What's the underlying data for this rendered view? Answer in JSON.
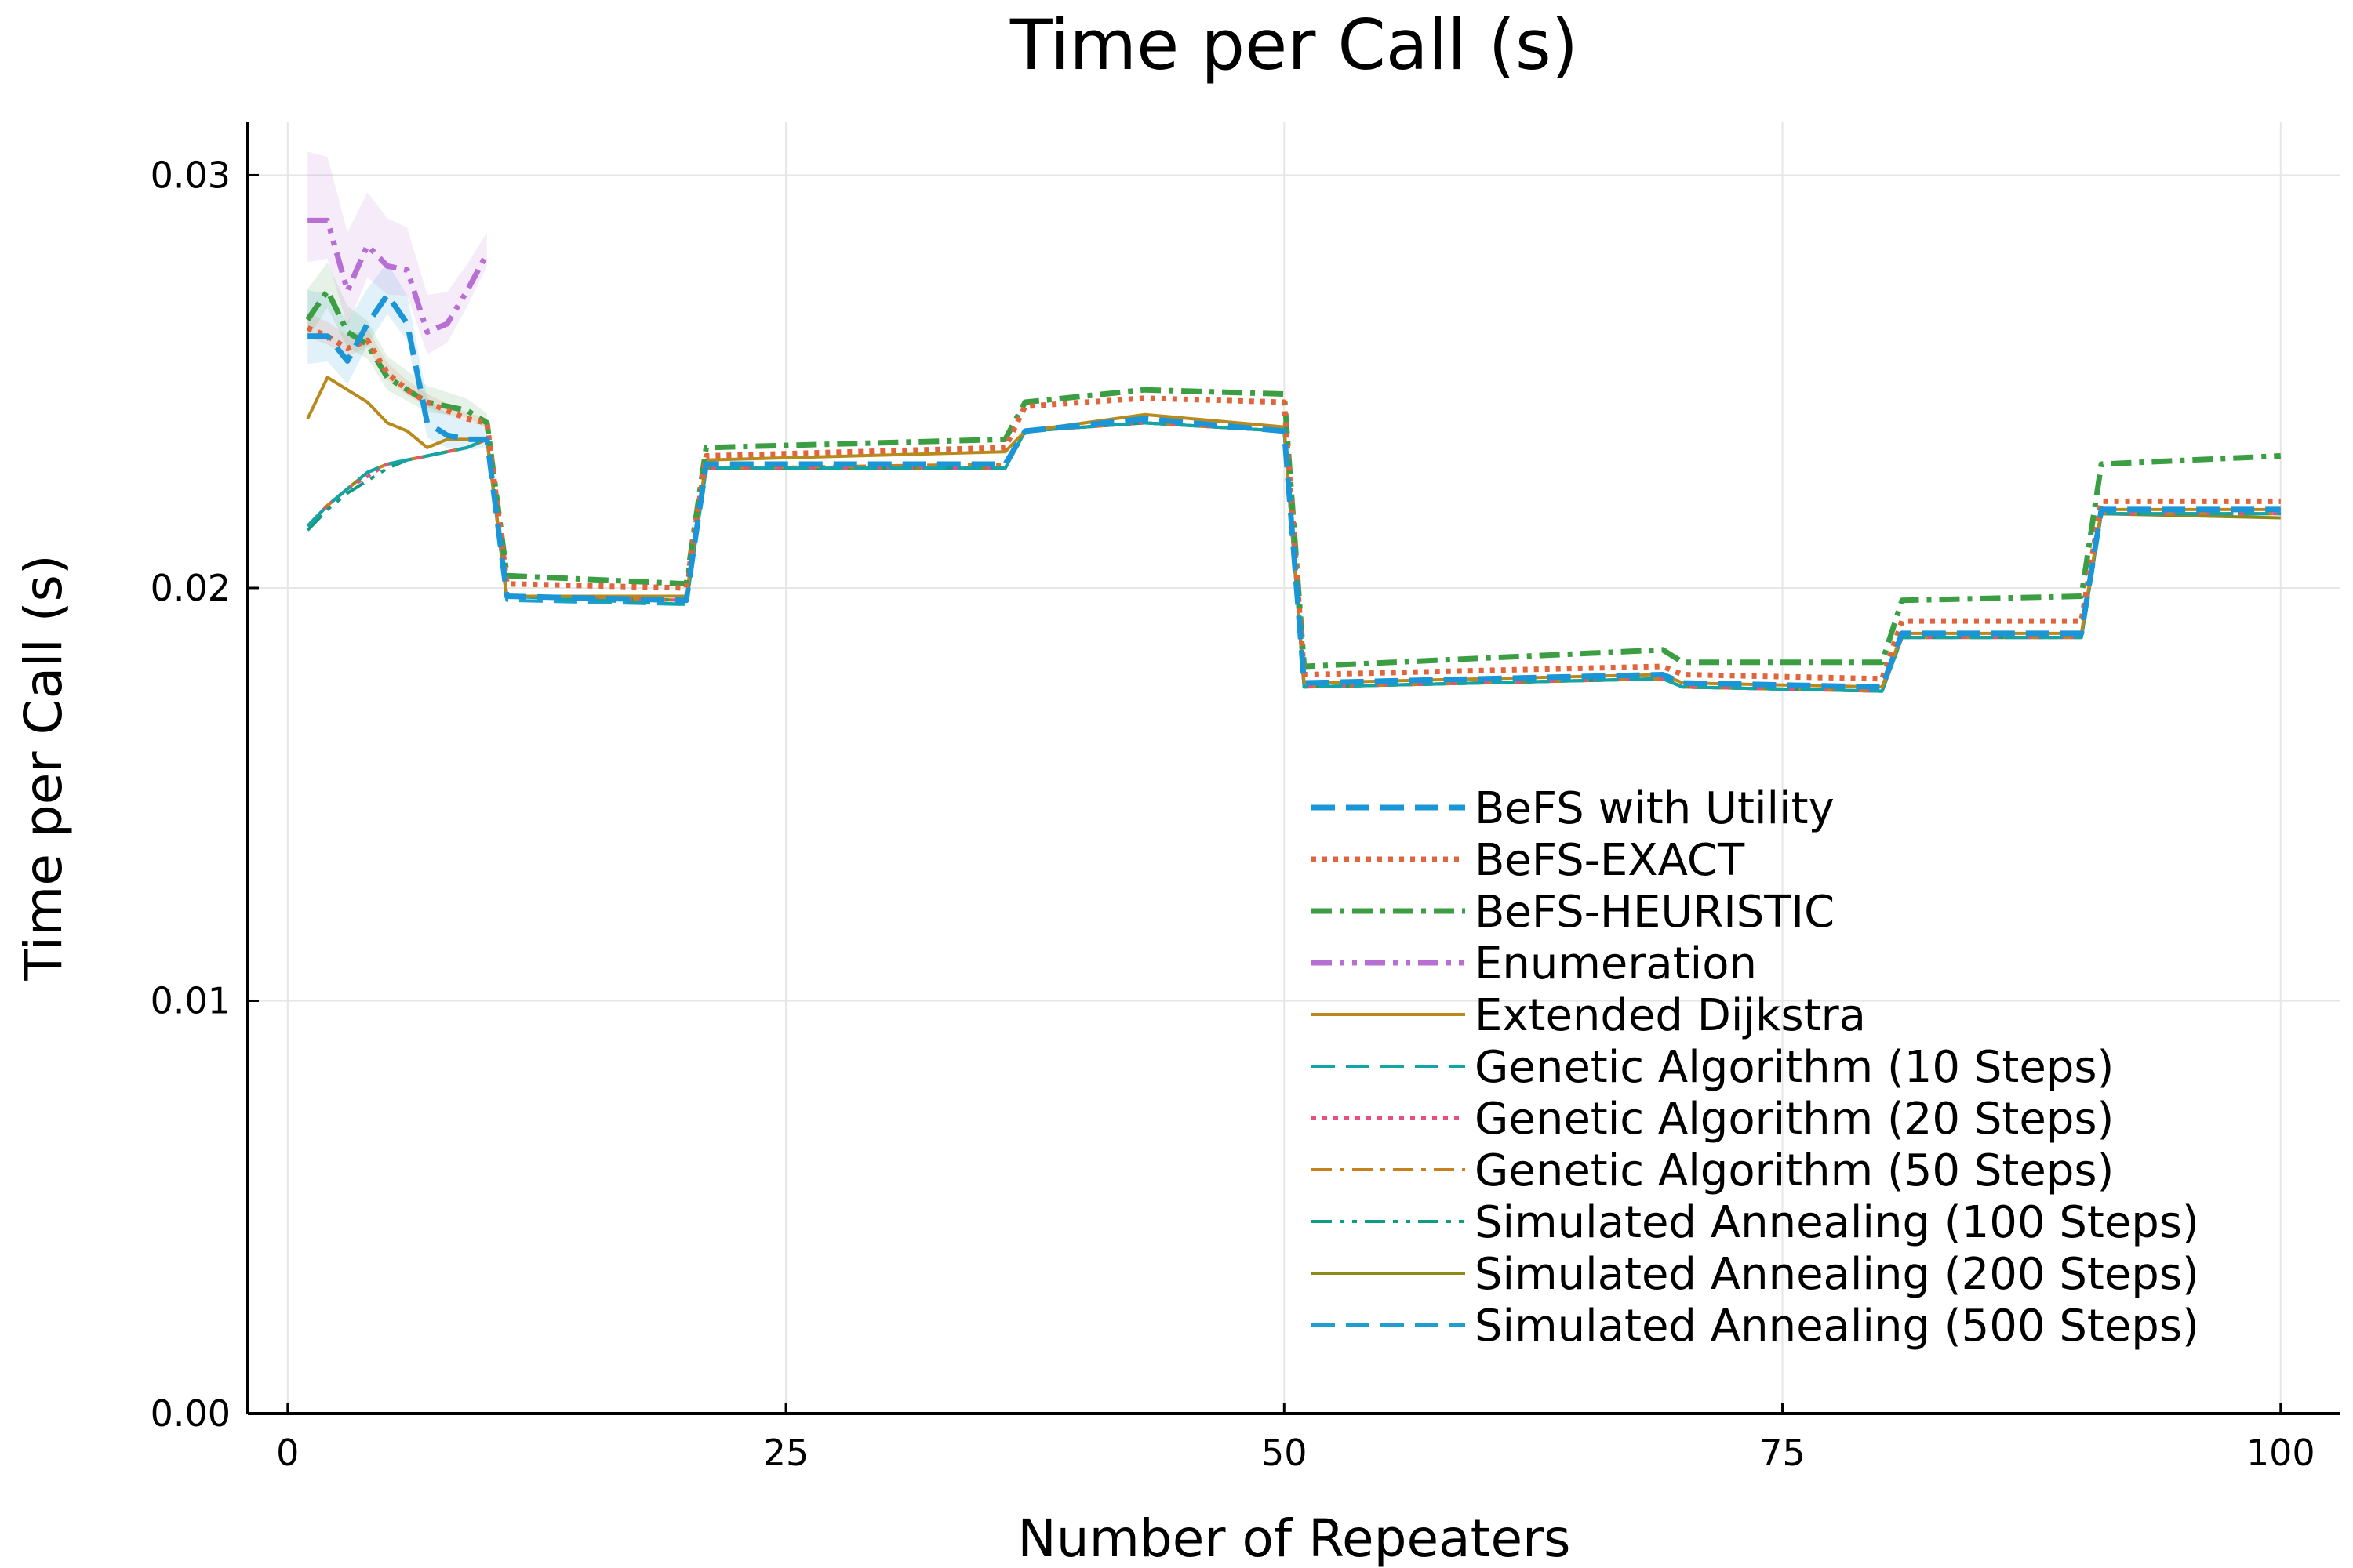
{
  "chart_data": {
    "type": "line",
    "title": "Time per Call (s)",
    "xlabel": "Number of Repeaters",
    "ylabel": "Time per Call (s)",
    "xlim": [
      -2,
      103
    ],
    "ylim": [
      0,
      0.0313
    ],
    "xticks": [
      0,
      25,
      50,
      75,
      100
    ],
    "xtick_labels": [
      "0",
      "25",
      "50",
      "75",
      "100"
    ],
    "yticks": [
      0,
      0.01,
      0.02,
      0.03
    ],
    "ytick_labels": [
      "0.00",
      "0.01",
      "0.02",
      "0.03"
    ],
    "grid": true,
    "legend_position": "bottom-right",
    "series": [
      {
        "name": "BeFS with Utility",
        "color": "#1a95d8",
        "dash": "long-dash",
        "width": 7,
        "points": [
          [
            1,
            0.0261
          ],
          [
            2,
            0.0261
          ],
          [
            3,
            0.0255
          ],
          [
            4,
            0.0264
          ],
          [
            5,
            0.0271
          ],
          [
            6,
            0.0264
          ],
          [
            7,
            0.024
          ],
          [
            8,
            0.0237
          ],
          [
            9,
            0.0236
          ],
          [
            10,
            0.0236
          ],
          [
            11,
            0.0198
          ],
          [
            20,
            0.0197
          ],
          [
            21,
            0.023
          ],
          [
            36,
            0.023
          ],
          [
            37,
            0.0238
          ],
          [
            43,
            0.0241
          ],
          [
            50,
            0.0238
          ],
          [
            51,
            0.0177
          ],
          [
            69,
            0.0179
          ],
          [
            70,
            0.0177
          ],
          [
            80,
            0.0176
          ],
          [
            81,
            0.0189
          ],
          [
            90,
            0.0189
          ],
          [
            91,
            0.0219
          ],
          [
            100,
            0.0219
          ]
        ]
      },
      {
        "name": "BeFS-EXACT",
        "color": "#e0643c",
        "dash": "dot",
        "width": 7,
        "points": [
          [
            1,
            0.0263
          ],
          [
            2,
            0.0261
          ],
          [
            3,
            0.0258
          ],
          [
            4,
            0.026
          ],
          [
            5,
            0.0252
          ],
          [
            6,
            0.0248
          ],
          [
            7,
            0.0245
          ],
          [
            8,
            0.0243
          ],
          [
            9,
            0.0241
          ],
          [
            10,
            0.024
          ],
          [
            11,
            0.0201
          ],
          [
            20,
            0.02
          ],
          [
            21,
            0.0232
          ],
          [
            36,
            0.0234
          ],
          [
            37,
            0.0244
          ],
          [
            43,
            0.0246
          ],
          [
            50,
            0.0245
          ],
          [
            51,
            0.0179
          ],
          [
            69,
            0.0181
          ],
          [
            70,
            0.0179
          ],
          [
            80,
            0.0178
          ],
          [
            81,
            0.0192
          ],
          [
            90,
            0.0192
          ],
          [
            91,
            0.0221
          ],
          [
            100,
            0.0221
          ]
        ]
      },
      {
        "name": "BeFS-HEURISTIC",
        "color": "#3c9e43",
        "dash": "dash-dot",
        "width": 7,
        "points": [
          [
            1,
            0.0265
          ],
          [
            2,
            0.0272
          ],
          [
            3,
            0.0262
          ],
          [
            4,
            0.0259
          ],
          [
            5,
            0.0251
          ],
          [
            6,
            0.0248
          ],
          [
            7,
            0.0245
          ],
          [
            8,
            0.0244
          ],
          [
            9,
            0.0243
          ],
          [
            10,
            0.024
          ],
          [
            11,
            0.0203
          ],
          [
            20,
            0.0201
          ],
          [
            21,
            0.0234
          ],
          [
            36,
            0.0236
          ],
          [
            37,
            0.0245
          ],
          [
            43,
            0.0248
          ],
          [
            50,
            0.0247
          ],
          [
            51,
            0.0181
          ],
          [
            69,
            0.0185
          ],
          [
            70,
            0.0182
          ],
          [
            80,
            0.0182
          ],
          [
            81,
            0.0197
          ],
          [
            90,
            0.0198
          ],
          [
            91,
            0.023
          ],
          [
            100,
            0.0232
          ]
        ]
      },
      {
        "name": "Enumeration",
        "color": "#b86fd4",
        "dash": "dash-dot-dot",
        "width": 7,
        "points": [
          [
            1,
            0.0289
          ],
          [
            2,
            0.0289
          ],
          [
            3,
            0.0272
          ],
          [
            4,
            0.0283
          ],
          [
            5,
            0.0278
          ],
          [
            6,
            0.0277
          ],
          [
            7,
            0.0262
          ],
          [
            8,
            0.0264
          ],
          [
            9,
            0.0272
          ],
          [
            10,
            0.0281
          ]
        ]
      },
      {
        "name": "Extended Dijkstra",
        "color": "#b88a1c",
        "dash": "solid",
        "width": 4,
        "points": [
          [
            1,
            0.0241
          ],
          [
            2,
            0.0251
          ],
          [
            3,
            0.0248
          ],
          [
            4,
            0.0245
          ],
          [
            5,
            0.024
          ],
          [
            6,
            0.0238
          ],
          [
            7,
            0.0234
          ],
          [
            8,
            0.0236
          ],
          [
            9,
            0.0236
          ],
          [
            10,
            0.0236
          ],
          [
            11,
            0.0198
          ],
          [
            20,
            0.0198
          ],
          [
            21,
            0.0231
          ],
          [
            36,
            0.0233
          ],
          [
            37,
            0.0238
          ],
          [
            43,
            0.0242
          ],
          [
            50,
            0.0239
          ],
          [
            51,
            0.0177
          ],
          [
            69,
            0.0179
          ],
          [
            70,
            0.0177
          ],
          [
            80,
            0.0176
          ],
          [
            81,
            0.0189
          ],
          [
            90,
            0.0189
          ],
          [
            91,
            0.0219
          ],
          [
            100,
            0.0219
          ]
        ]
      },
      {
        "name": "Genetic Algorithm (10 Steps)",
        "color": "#12a5a8",
        "dash": "long-dash",
        "width": 4,
        "points": [
          [
            1,
            0.0215
          ],
          [
            2,
            0.022
          ],
          [
            3,
            0.0224
          ],
          [
            4,
            0.0228
          ],
          [
            5,
            0.023
          ],
          [
            6,
            0.0231
          ],
          [
            7,
            0.0232
          ],
          [
            8,
            0.0233
          ],
          [
            9,
            0.0234
          ],
          [
            10,
            0.0236
          ],
          [
            11,
            0.0198
          ],
          [
            20,
            0.0196
          ],
          [
            21,
            0.0229
          ],
          [
            36,
            0.0229
          ],
          [
            37,
            0.0238
          ],
          [
            43,
            0.024
          ],
          [
            50,
            0.0238
          ],
          [
            51,
            0.0176
          ],
          [
            69,
            0.0178
          ],
          [
            70,
            0.0176
          ],
          [
            80,
            0.0175
          ],
          [
            81,
            0.0188
          ],
          [
            90,
            0.0188
          ],
          [
            91,
            0.0218
          ],
          [
            100,
            0.0218
          ]
        ]
      },
      {
        "name": "Genetic Algorithm (20 Steps)",
        "color": "#e64f7e",
        "dash": "dot",
        "width": 4,
        "points": [
          [
            1,
            0.0215
          ],
          [
            2,
            0.022
          ],
          [
            3,
            0.0224
          ],
          [
            4,
            0.0227
          ],
          [
            5,
            0.023
          ],
          [
            6,
            0.0231
          ],
          [
            7,
            0.0232
          ],
          [
            8,
            0.0233
          ],
          [
            9,
            0.0234
          ],
          [
            10,
            0.0236
          ],
          [
            11,
            0.0198
          ],
          [
            20,
            0.0197
          ],
          [
            21,
            0.0229
          ],
          [
            36,
            0.0229
          ],
          [
            37,
            0.0238
          ],
          [
            43,
            0.024
          ],
          [
            50,
            0.0238
          ],
          [
            51,
            0.0176
          ],
          [
            69,
            0.0178
          ],
          [
            70,
            0.0176
          ],
          [
            80,
            0.0175
          ],
          [
            81,
            0.0188
          ],
          [
            90,
            0.0188
          ],
          [
            91,
            0.0218
          ],
          [
            100,
            0.0218
          ]
        ]
      },
      {
        "name": "Genetic Algorithm (50 Steps)",
        "color": "#c8801f",
        "dash": "dash-dot",
        "width": 4,
        "points": [
          [
            1,
            0.0215
          ],
          [
            2,
            0.022
          ],
          [
            3,
            0.0224
          ],
          [
            4,
            0.0228
          ],
          [
            5,
            0.023
          ],
          [
            6,
            0.0231
          ],
          [
            7,
            0.0232
          ],
          [
            8,
            0.0233
          ],
          [
            9,
            0.0234
          ],
          [
            10,
            0.0236
          ],
          [
            11,
            0.0198
          ],
          [
            20,
            0.0197
          ],
          [
            21,
            0.0229
          ],
          [
            36,
            0.023
          ],
          [
            37,
            0.0238
          ],
          [
            43,
            0.024
          ],
          [
            50,
            0.0238
          ],
          [
            51,
            0.0176
          ],
          [
            69,
            0.0178
          ],
          [
            70,
            0.0176
          ],
          [
            80,
            0.0175
          ],
          [
            81,
            0.0188
          ],
          [
            90,
            0.0188
          ],
          [
            91,
            0.0218
          ],
          [
            100,
            0.0218
          ]
        ]
      },
      {
        "name": "Simulated Annealing (100 Steps)",
        "color": "#0f9c82",
        "dash": "dash-dot-dot",
        "width": 4,
        "points": [
          [
            1,
            0.0214
          ],
          [
            2,
            0.0219
          ],
          [
            3,
            0.0223
          ],
          [
            4,
            0.0226
          ],
          [
            5,
            0.0229
          ],
          [
            6,
            0.0231
          ],
          [
            7,
            0.0232
          ],
          [
            8,
            0.0233
          ],
          [
            9,
            0.0234
          ],
          [
            10,
            0.0236
          ],
          [
            11,
            0.0198
          ],
          [
            20,
            0.0197
          ],
          [
            21,
            0.0229
          ],
          [
            36,
            0.0229
          ],
          [
            37,
            0.0238
          ],
          [
            43,
            0.024
          ],
          [
            50,
            0.0238
          ],
          [
            51,
            0.0176
          ],
          [
            69,
            0.0178
          ],
          [
            70,
            0.0176
          ],
          [
            80,
            0.0175
          ],
          [
            81,
            0.0188
          ],
          [
            90,
            0.0188
          ],
          [
            91,
            0.0218
          ],
          [
            100,
            0.0218
          ]
        ]
      },
      {
        "name": "Simulated Annealing (200 Steps)",
        "color": "#8e8a18",
        "dash": "solid",
        "width": 4,
        "points": [
          [
            1,
            0.0215
          ],
          [
            2,
            0.022
          ],
          [
            3,
            0.0224
          ],
          [
            4,
            0.0228
          ],
          [
            5,
            0.023
          ],
          [
            6,
            0.0231
          ],
          [
            7,
            0.0232
          ],
          [
            8,
            0.0233
          ],
          [
            9,
            0.0234
          ],
          [
            10,
            0.0236
          ],
          [
            11,
            0.0198
          ],
          [
            20,
            0.0197
          ],
          [
            21,
            0.0229
          ],
          [
            36,
            0.0229
          ],
          [
            37,
            0.0238
          ],
          [
            43,
            0.024
          ],
          [
            50,
            0.0238
          ],
          [
            51,
            0.0176
          ],
          [
            69,
            0.0178
          ],
          [
            70,
            0.0176
          ],
          [
            80,
            0.0175
          ],
          [
            81,
            0.0188
          ],
          [
            90,
            0.0188
          ],
          [
            91,
            0.0218
          ],
          [
            100,
            0.0217
          ]
        ]
      },
      {
        "name": "Simulated Annealing (500 Steps)",
        "color": "#1f9fd0",
        "dash": "long-dash",
        "width": 4,
        "points": [
          [
            1,
            0.0215
          ],
          [
            2,
            0.022
          ],
          [
            3,
            0.0224
          ],
          [
            4,
            0.0228
          ],
          [
            5,
            0.023
          ],
          [
            6,
            0.0231
          ],
          [
            7,
            0.0232
          ],
          [
            8,
            0.0233
          ],
          [
            9,
            0.0234
          ],
          [
            10,
            0.0236
          ],
          [
            11,
            0.0197
          ],
          [
            20,
            0.0196
          ],
          [
            21,
            0.0229
          ],
          [
            36,
            0.0229
          ],
          [
            37,
            0.0238
          ],
          [
            43,
            0.024
          ],
          [
            50,
            0.0238
          ],
          [
            51,
            0.0176
          ],
          [
            69,
            0.0178
          ],
          [
            70,
            0.0176
          ],
          [
            80,
            0.0175
          ],
          [
            81,
            0.0188
          ],
          [
            90,
            0.0188
          ],
          [
            91,
            0.0218
          ],
          [
            100,
            0.0218
          ]
        ]
      }
    ]
  }
}
